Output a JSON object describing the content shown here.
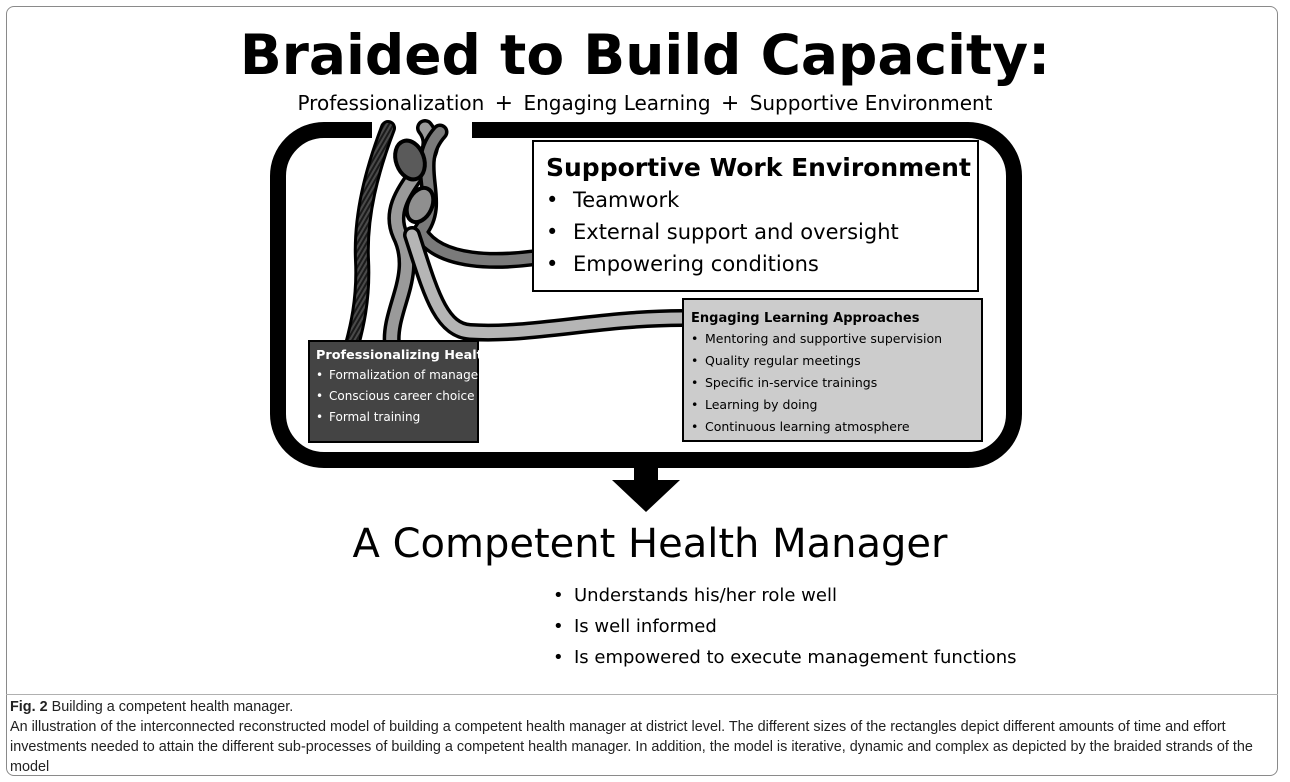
{
  "title": "Braided to Build Capacity:",
  "subtitle": {
    "parts": [
      "Professionalization",
      "Engaging Learning",
      "Supportive Environment"
    ],
    "separator": "+"
  },
  "supportive": {
    "heading": "Supportive Work Environment",
    "items": [
      "Teamwork",
      "External support and oversight",
      "Empowering conditions"
    ]
  },
  "engaging": {
    "heading": "Engaging Learning Approaches",
    "items": [
      "Mentoring and supportive supervision",
      "Quality regular meetings",
      "Specific in-service trainings",
      "Learning by doing",
      "Continuous learning atmosphere"
    ]
  },
  "professionalizing": {
    "heading": "Professionalizing Health Managers",
    "items": [
      "Formalization of management role",
      "Conscious career choice",
      "Formal training"
    ]
  },
  "competent": {
    "title": "A Competent Health Manager",
    "items": [
      "Understands his/her role well",
      "Is well informed",
      "Is empowered to execute management functions"
    ]
  },
  "caption": {
    "label": "Fig. 2",
    "title": "Building a competent health manager.",
    "text": "An illustration of the interconnected reconstructed model of building a competent health manager at district level. The different sizes of the rectangles depict different amounts of time and effort investments needed to attain the different sub-processes of building a competent health manager. In addition, the model is iterative, dynamic and complex as depicted by the braided strands of the model"
  },
  "colors": {
    "supportive_fill": "#ffffff",
    "engaging_fill": "#cccccc",
    "professionalizing_fill": "#444444",
    "strand_light": "#b5b5b5",
    "strand_mid": "#8f8f8f",
    "strand_dark": "#5a5a5a"
  }
}
